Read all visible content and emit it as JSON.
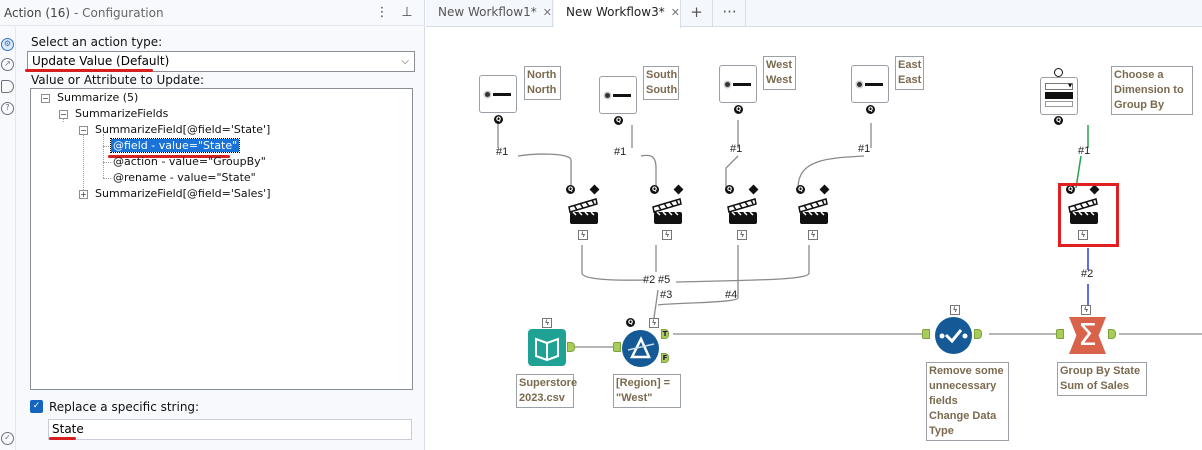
{
  "panel": {
    "title": "Action (16)",
    "subtitle": "- Configuration",
    "menu_icon": "⋮",
    "pin_icon": "⊥",
    "rail_icons": [
      "gear-icon",
      "navigate-icon",
      "tag-icon",
      "help-icon",
      "status-check-icon"
    ],
    "action_type_label": "Select an action type:",
    "action_type_value": "Update Value (Default)",
    "value_attr_label": "Value or Attribute to Update:",
    "tree": [
      {
        "text": "Summarize (5)",
        "toggle": "−",
        "level": 0
      },
      {
        "text": "SummarizeFields",
        "toggle": "−",
        "level": 1
      },
      {
        "text": "SummarizeField[@field='State']",
        "toggle": "−",
        "level": 2
      },
      {
        "text": "@field - value=\"State\"",
        "toggle": "",
        "level": 3,
        "selected": true
      },
      {
        "text": "@action - value=\"GroupBy\"",
        "toggle": "",
        "level": 3
      },
      {
        "text": "@rename - value=\"State\"",
        "toggle": "",
        "level": 3
      },
      {
        "text": "SummarizeField[@field='Sales']",
        "toggle": "+",
        "level": 2
      }
    ],
    "replace_checkbox_label": "Replace a specific string:",
    "replace_checked": true,
    "replace_value": "State"
  },
  "tabs": [
    {
      "label": "New Workflow1*",
      "active": false,
      "close": "✕"
    },
    {
      "label": "New Workflow3*",
      "active": true,
      "close": "✕"
    }
  ],
  "tab_add": "+",
  "tab_more": "···",
  "canvas": {
    "textbox_annotations": [
      "North\nNorth",
      "South\nSouth",
      "West\nWest",
      "East\nEast"
    ],
    "dropdown_annotation": "Choose a\nDimension to\nGroup By",
    "input_annotation": "Superstore\n2023.csv",
    "filter_annotation": "[Region] =\n\"West\"",
    "select_annotation": "Remove some\nunnecessary\nfields\nChange Data\nType",
    "summarize_annotation": "Group By State\nSum of Sales",
    "wire_labels": [
      "#1",
      "#1",
      "#1",
      "#1",
      "#1",
      "#2",
      "#5",
      "#3",
      "#4",
      "#2"
    ],
    "filter_true": "T",
    "filter_false": "F",
    "summarize_symbol": "Σ"
  }
}
